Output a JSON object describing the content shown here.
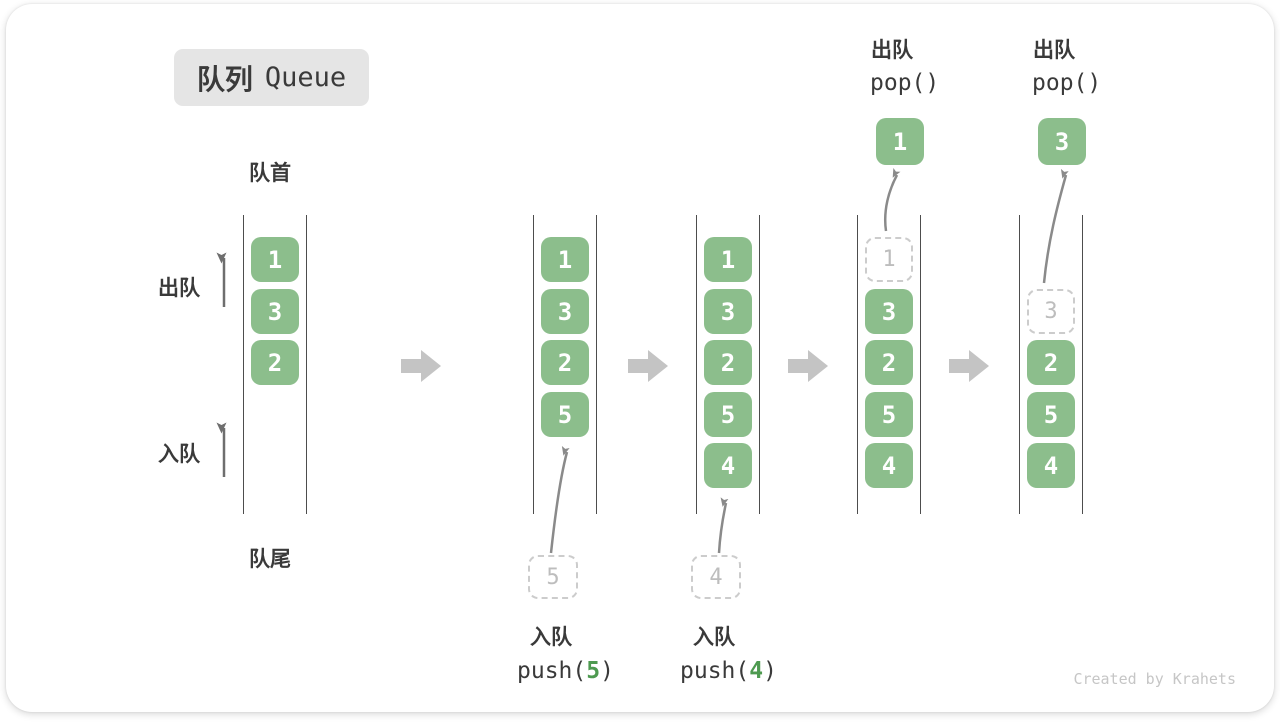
{
  "title": {
    "zh": "队列",
    "en": "Queue"
  },
  "labels": {
    "front": "队首",
    "rear": "队尾",
    "dequeue_side": "出队",
    "enqueue_side": "入队"
  },
  "watermark": "Created by Krahets",
  "colors": {
    "cell_green": "#8cbe8c",
    "code_arg_green": "#4e9a50",
    "block_arrow_grey": "#c4c4c4",
    "thin_arrow_grey": "#8a8a8a",
    "dashed_border": "#cccccc",
    "text_dark": "#3a3a3a",
    "badge_bg": "#e5e5e5"
  },
  "states": [
    {
      "name": "initial",
      "cells": [
        {
          "v": "1",
          "t": "solid"
        },
        {
          "v": "3",
          "t": "solid"
        },
        {
          "v": "2",
          "t": "solid"
        }
      ]
    },
    {
      "name": "after-push-5",
      "cells": [
        {
          "v": "1",
          "t": "solid"
        },
        {
          "v": "3",
          "t": "solid"
        },
        {
          "v": "2",
          "t": "solid"
        },
        {
          "v": "5",
          "t": "solid"
        }
      ],
      "push": {
        "pending": "5",
        "label": "入队",
        "code_fn": "push(",
        "code_arg": "5",
        "code_close": ")"
      }
    },
    {
      "name": "after-push-4",
      "cells": [
        {
          "v": "1",
          "t": "solid"
        },
        {
          "v": "3",
          "t": "solid"
        },
        {
          "v": "2",
          "t": "solid"
        },
        {
          "v": "5",
          "t": "solid"
        },
        {
          "v": "4",
          "t": "solid"
        }
      ],
      "push": {
        "pending": "4",
        "label": "入队",
        "code_fn": "push(",
        "code_arg": "4",
        "code_close": ")"
      }
    },
    {
      "name": "after-pop-1",
      "cells": [
        {
          "v": "1",
          "t": "dashed"
        },
        {
          "v": "3",
          "t": "solid"
        },
        {
          "v": "2",
          "t": "solid"
        },
        {
          "v": "5",
          "t": "solid"
        },
        {
          "v": "4",
          "t": "solid"
        }
      ],
      "pop": {
        "value": "1",
        "label": "出队",
        "code": "pop()"
      }
    },
    {
      "name": "after-pop-3",
      "cells": [
        {
          "v": "",
          "t": "empty"
        },
        {
          "v": "3",
          "t": "dashed"
        },
        {
          "v": "2",
          "t": "solid"
        },
        {
          "v": "5",
          "t": "solid"
        },
        {
          "v": "4",
          "t": "solid"
        }
      ],
      "pop": {
        "value": "3",
        "label": "出队",
        "code": "pop()"
      }
    }
  ]
}
